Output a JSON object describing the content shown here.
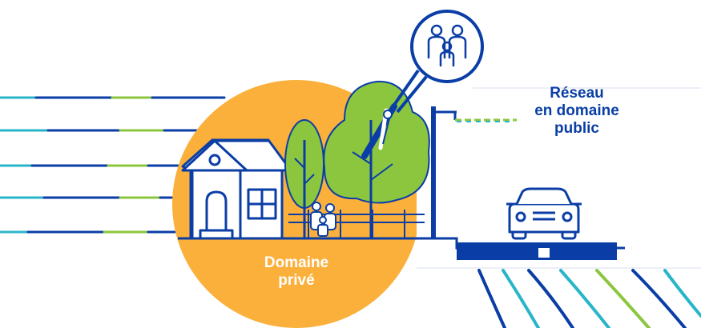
{
  "labels": {
    "private_domain_line1": "Domaine",
    "private_domain_line2": "privé",
    "public_network_line1": "Réseau",
    "public_network_line2": "en domaine",
    "public_network_line3": "public"
  },
  "icons": [
    "house-icon",
    "tree-icon",
    "family-icon",
    "pruning-shears-icon",
    "utility-pole-icon",
    "car-icon",
    "family-magnifier-icon"
  ],
  "colors": {
    "navy": "#0a3ea6",
    "orange": "#fbb03b",
    "green": "#8cc63f",
    "cyan": "#29b5c9",
    "light_green": "#c5e59a",
    "white": "#ffffff"
  }
}
